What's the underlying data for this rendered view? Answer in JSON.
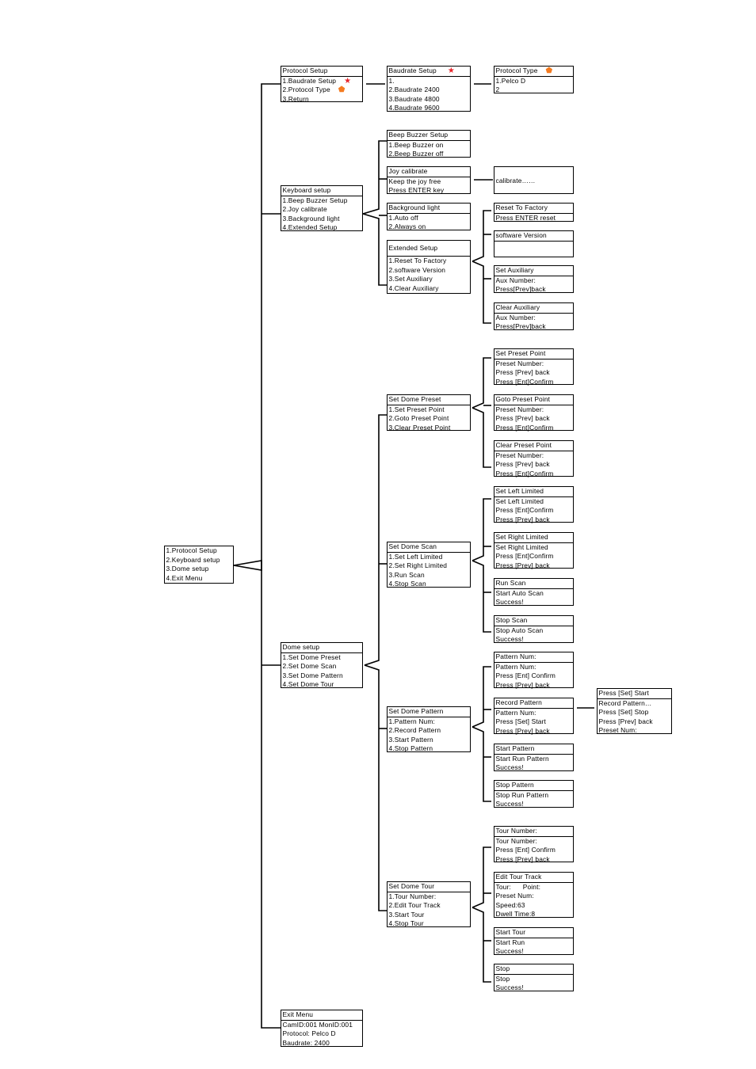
{
  "colors": {
    "star_mark": "#e8242a",
    "pentagon_mark": "#f47b20",
    "line": "#000000"
  },
  "boxes": {
    "main": [
      "1.Protocol Setup",
      "2.Keyboard setup",
      "3.Dome setup",
      "4.Exit Menu"
    ],
    "protocol_setup": [
      "Protocol Setup",
      "1.Baudrate Setup",
      "2.Protocol Type",
      "3.Return"
    ],
    "baudrate_setup": [
      "Baudrate Setup",
      "1.",
      "2.Baudrate 2400",
      "3.Baudrate 4800",
      "4.Baudrate 9600"
    ],
    "protocol_type": [
      "Protocol Type",
      "1.Pelco D",
      "2"
    ],
    "keyboard_setup": [
      "Keyboard setup",
      "1.Beep Buzzer Setup",
      "2.Joy calibrate",
      "3.Background light",
      "4.Extended Setup"
    ],
    "beep_buzzer": [
      "Beep Buzzer Setup",
      "1.Beep Buzzer on",
      "2.Beep Buzzer off"
    ],
    "joy_calibrate": [
      "Joy calibrate",
      "Keep the joy free",
      "Press ENTER key"
    ],
    "calibrate": [
      "calibrate……"
    ],
    "background_light": [
      "Background light",
      "1.Auto off",
      "2.Always on"
    ],
    "extended_setup": [
      "Extended Setup",
      "1.Reset To Factory",
      "2.software Version",
      "3.Set Auxiliary",
      "4.Clear Auxiliary"
    ],
    "reset_factory": [
      "Reset To Factory",
      "Press ENTER reset"
    ],
    "software_version": [
      "software Version"
    ],
    "set_auxiliary": [
      "Set Auxiliary",
      "Aux Number:",
      "Press[Prev]back"
    ],
    "clear_auxiliary": [
      "Clear Auxiliary",
      "Aux Number:",
      "Press[Prev]back"
    ],
    "dome_setup": [
      "Dome setup",
      "1.Set Dome Preset",
      "2.Set Dome Scan",
      "3.Set Dome Pattern",
      "4.Set Dome Tour"
    ],
    "set_dome_preset": [
      "Set Dome Preset",
      "1.Set Preset Point",
      "2.Goto Preset Point",
      "3.Clear Preset Point"
    ],
    "set_preset_point": [
      "Set Preset Point",
      "Preset Number:",
      "Press [Prev] back",
      "Press [Ent]Confirm"
    ],
    "goto_preset_point": [
      "Goto Preset Point",
      "Preset Number:",
      "Press [Prev] back",
      "Press [Ent]Confirm"
    ],
    "clear_preset_point": [
      "Clear Preset Point",
      "Preset Number:",
      "Press [Prev] back",
      "Press [Ent]Confirm"
    ],
    "set_dome_scan": [
      "Set Dome Scan",
      "1.Set Left Limited",
      "2.Set Right Limited",
      "3.Run Scan",
      "4.Stop Scan"
    ],
    "set_left_limited": [
      "Set Left Limited",
      "Set Left Limited",
      "Press [Ent]Confirm",
      "Press [Prev] back"
    ],
    "set_right_limited": [
      "Set Right Limited",
      "Set Right Limited",
      "Press [Ent]Confirm",
      "Press [Prev] back"
    ],
    "run_scan": [
      "Run Scan",
      "Start Auto Scan",
      "Success!"
    ],
    "stop_scan": [
      "Stop Scan",
      "Stop Auto Scan",
      "Success!"
    ],
    "set_dome_pattern": [
      "Set Dome Pattern",
      "1.Pattern Num:",
      "2.Record Pattern",
      "3.Start Pattern",
      "4.Stop Pattern"
    ],
    "pattern_num": [
      "Pattern Num:",
      "Pattern Num:",
      "Press [Ent] Confirm",
      "Press [Prev] back"
    ],
    "record_pattern": [
      "Record Pattern",
      "Pattern Num:",
      "Press [Set] Start",
      "Press [Prev] back"
    ],
    "record_detail": [
      "Press [Set] Start",
      "Record Pattern…",
      "Press [Set] Stop",
      "Press [Prev] back",
      "Preset Num:"
    ],
    "start_pattern": [
      "Start Pattern",
      "Start Run Pattern",
      "Success!"
    ],
    "stop_pattern": [
      "Stop Pattern",
      "Stop Run Pattern",
      "Success!"
    ],
    "set_dome_tour": [
      "Set Dome Tour",
      "1.Tour Number:",
      "2.Edit Tour Track",
      "3.Start Tour",
      "4.Stop Tour"
    ],
    "tour_number": [
      "Tour Number:",
      "Tour Number:",
      "Press [Ent] Confirm",
      "Press [Prev] back"
    ],
    "edit_tour_track": [
      "Edit Tour Track",
      "Tour:      Point:",
      "Preset Num:",
      "Speed:63",
      "Dwell Time:8"
    ],
    "start_tour": [
      "Start Tour",
      "Start Run",
      "Success!"
    ],
    "stop_tour": [
      "Stop",
      "Stop",
      "Success!"
    ],
    "exit_menu": [
      "Exit Menu",
      "CamID:001 MonID:001",
      "Protocol: Pelco D",
      "Baudrate: 2400"
    ]
  }
}
